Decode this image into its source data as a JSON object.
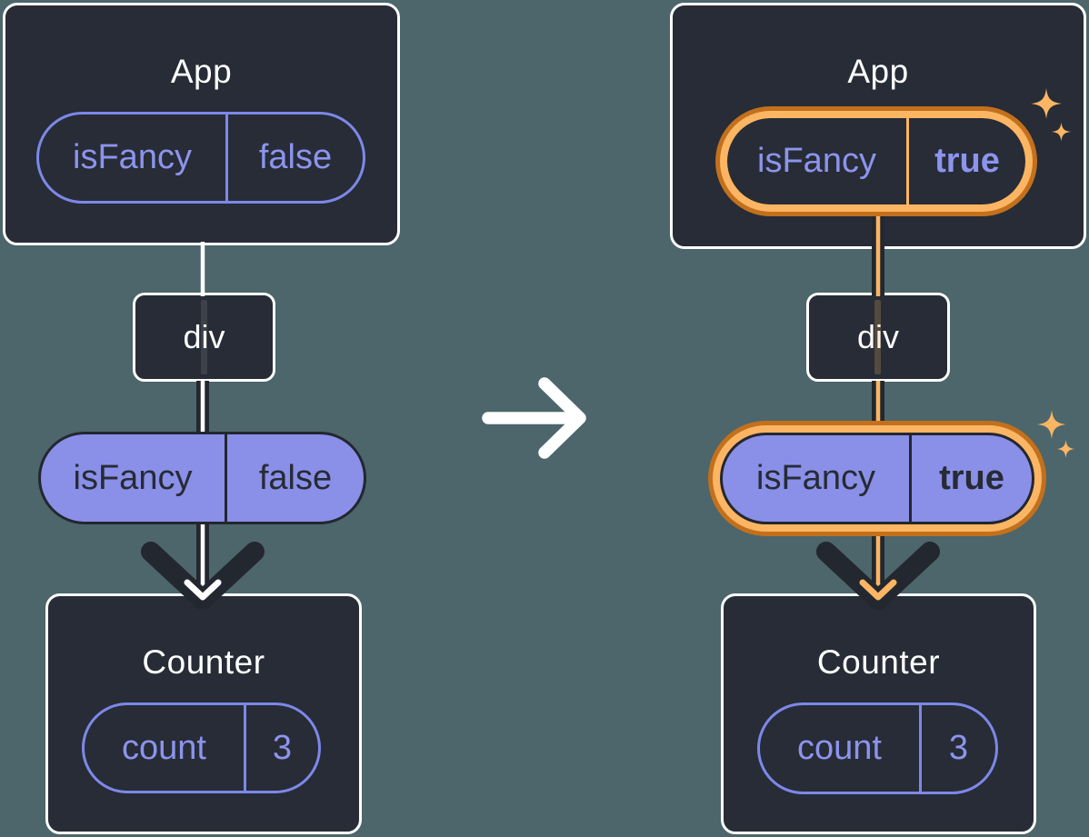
{
  "colors": {
    "background": "#4C666B",
    "card_background": "#272C36",
    "card_border": "#FFFFFF",
    "purple_outline": "#7D88E9",
    "purple_text": "#8C94EE",
    "purple_fill": "#8A8FE8",
    "dark_ink": "#23272F",
    "highlight_orange": "#FBB563",
    "highlight_orange_dark": "#C3701D",
    "flow_line_core_left": "#FFFFFF",
    "flow_line_core_right": "#FBB563"
  },
  "left_tree": {
    "app": {
      "title": "App",
      "prop": {
        "name": "isFancy",
        "value": "false"
      }
    },
    "div_node": {
      "label": "div"
    },
    "passed_prop": {
      "name": "isFancy",
      "value": "false"
    },
    "counter": {
      "title": "Counter",
      "state": {
        "name": "count",
        "value": "3"
      }
    }
  },
  "right_tree": {
    "app": {
      "title": "App",
      "prop": {
        "name": "isFancy",
        "value": "true"
      }
    },
    "div_node": {
      "label": "div"
    },
    "passed_prop": {
      "name": "isFancy",
      "value": "true"
    },
    "counter": {
      "title": "Counter",
      "state": {
        "name": "count",
        "value": "3"
      }
    }
  },
  "icons": {
    "transition": "arrow-right-icon",
    "flow": "arrow-down-icon",
    "highlight": "sparkle-icon"
  }
}
